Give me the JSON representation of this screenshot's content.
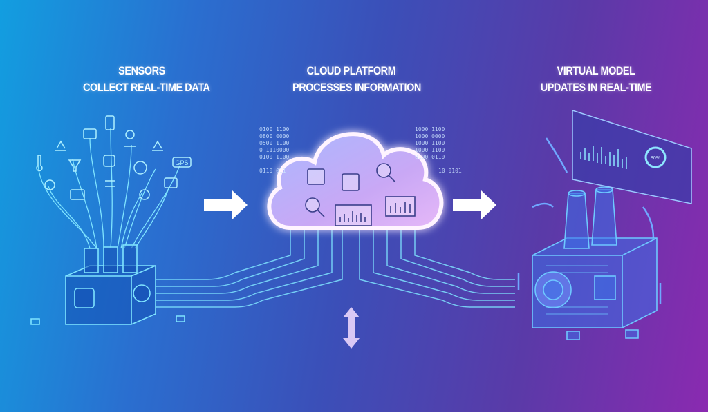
{
  "stages": [
    {
      "title": "SENSORS",
      "subtitle": "COLLECT REAL-TIME DATA"
    },
    {
      "title": "CLOUD PLATFORM",
      "subtitle": "PROCESSES INFORMATION"
    },
    {
      "title": "VIRTUAL MODEL",
      "subtitle": "UPDATES IN REAL-TIME"
    }
  ],
  "sensor_labels": {
    "gps": "GPS"
  },
  "binary_left": [
    "0100 1100",
    "0800 0000",
    "0500 1100",
    "0 1110000",
    "0100 1100",
    "0110 011"
  ],
  "binary_right": [
    "1000 1100",
    "1000 0000",
    "1000 1100",
    "1000 1100",
    "0100 0110",
    "10 0101"
  ],
  "dashboard": {
    "gauge": "80%"
  },
  "colors": {
    "line": "#7fe4ff",
    "cloud_glow": "#f0d8ff",
    "arrow": "#ffffff"
  }
}
